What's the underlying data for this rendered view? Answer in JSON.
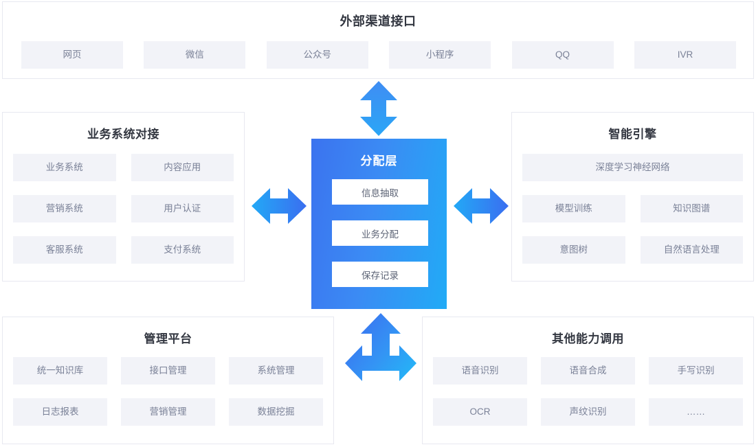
{
  "diagram": {
    "title": "外部渠道接口",
    "accent_gradient_from": "#3b73ef",
    "accent_gradient_to": "#21abf6",
    "tile_bg": "#f2f3f8",
    "tile_text": "#7a8197",
    "panel_border": "#e7e8f0",
    "title_text": "#333741"
  },
  "top_panel": {
    "title": "外部渠道接口",
    "channels": [
      {
        "label": "网页"
      },
      {
        "label": "微信"
      },
      {
        "label": "公众号"
      },
      {
        "label": "小程序"
      },
      {
        "label": "QQ"
      },
      {
        "label": "IVR"
      }
    ]
  },
  "left_panel": {
    "title": "业务系统对接",
    "items": [
      {
        "label": "业务系统"
      },
      {
        "label": "内容应用"
      },
      {
        "label": "营销系统"
      },
      {
        "label": "用户认证"
      },
      {
        "label": "客服系统"
      },
      {
        "label": "支付系统"
      }
    ]
  },
  "center_block": {
    "title": "分配层",
    "items": [
      {
        "label": "信息抽取"
      },
      {
        "label": "业务分配"
      },
      {
        "label": "保存记录"
      }
    ]
  },
  "right_panel": {
    "title": "智能引擎",
    "wide_item": {
      "label": "深度学习神经网络"
    },
    "items": [
      {
        "label": "模型训练"
      },
      {
        "label": "知识图谱"
      },
      {
        "label": "意图树"
      },
      {
        "label": "自然语言处理"
      }
    ]
  },
  "mgmt_panel": {
    "title": "管理平台",
    "items": [
      {
        "label": "统一知识库"
      },
      {
        "label": "接口管理"
      },
      {
        "label": "系统管理"
      },
      {
        "label": "日志报表"
      },
      {
        "label": "营销管理"
      },
      {
        "label": "数据挖掘"
      }
    ]
  },
  "ability_panel": {
    "title": "其他能力调用",
    "items": [
      {
        "label": "语音识别"
      },
      {
        "label": "语音合成"
      },
      {
        "label": "手写识别"
      },
      {
        "label": "OCR"
      },
      {
        "label": "声纹识别"
      },
      {
        "label": "……"
      }
    ]
  },
  "connectors": [
    {
      "name": "top-vertical-double-arrow",
      "direction": "up-down"
    },
    {
      "name": "left-horizontal-double-arrow",
      "direction": "left-right"
    },
    {
      "name": "right-horizontal-double-arrow",
      "direction": "left-right"
    },
    {
      "name": "bottom-tri-arrow",
      "direction": "up-left-right"
    }
  ]
}
